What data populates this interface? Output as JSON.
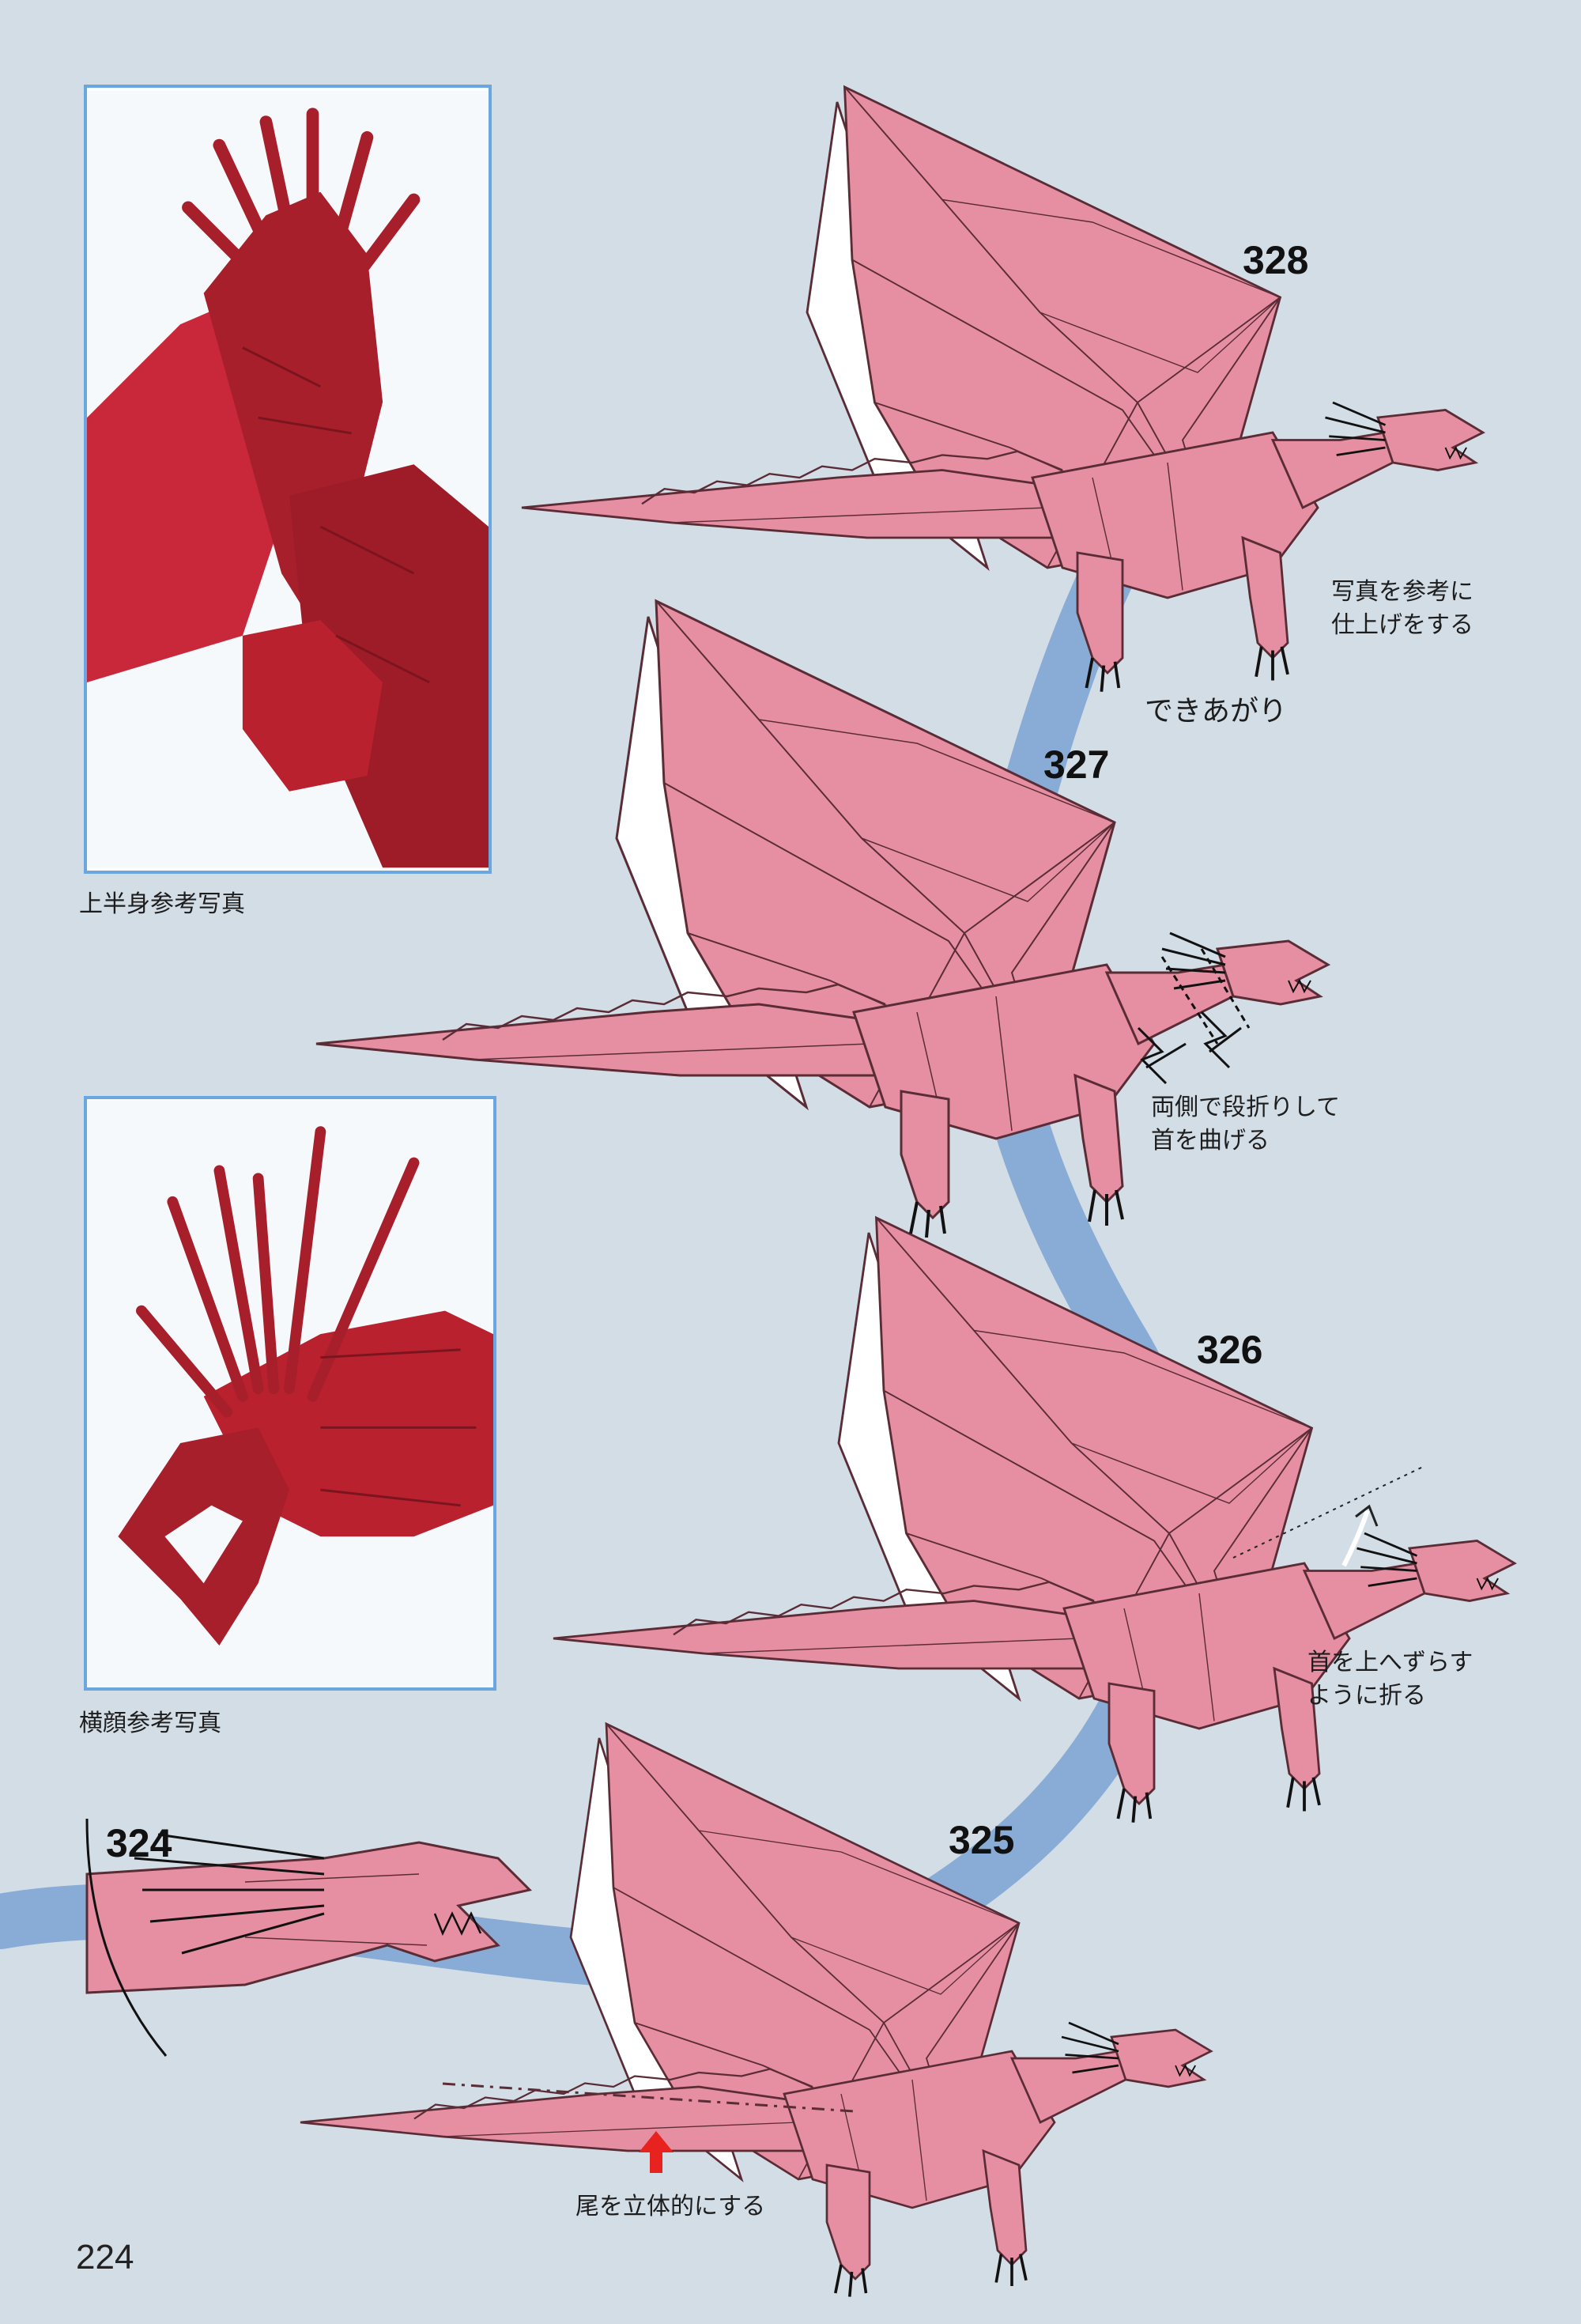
{
  "page_number": "224",
  "photos": {
    "upper_body": {
      "caption": "上半身参考写真"
    },
    "side_head": {
      "caption": "横顔参考写真"
    }
  },
  "steps": [
    {
      "number": "324"
    },
    {
      "number": "325",
      "note": [
        "尾を立体的にする"
      ]
    },
    {
      "number": "326",
      "note": [
        "首を上へずらす",
        "ように折る"
      ]
    },
    {
      "number": "327",
      "note": [
        "両側で段折りして",
        "首を曲げる"
      ]
    },
    {
      "number": "328",
      "note": [
        "写真を参考に",
        "仕上げをする"
      ]
    }
  ],
  "completed_label": "できあがり",
  "colors": {
    "background": "#d3dde6",
    "origami_pink": "#e78fa2",
    "origami_edge": "#5a2c36",
    "path_blue": "#88acd6",
    "photo_red": "#b8212d",
    "photo_border": "#6aa6e0",
    "arrow_red": "#e8231f"
  }
}
